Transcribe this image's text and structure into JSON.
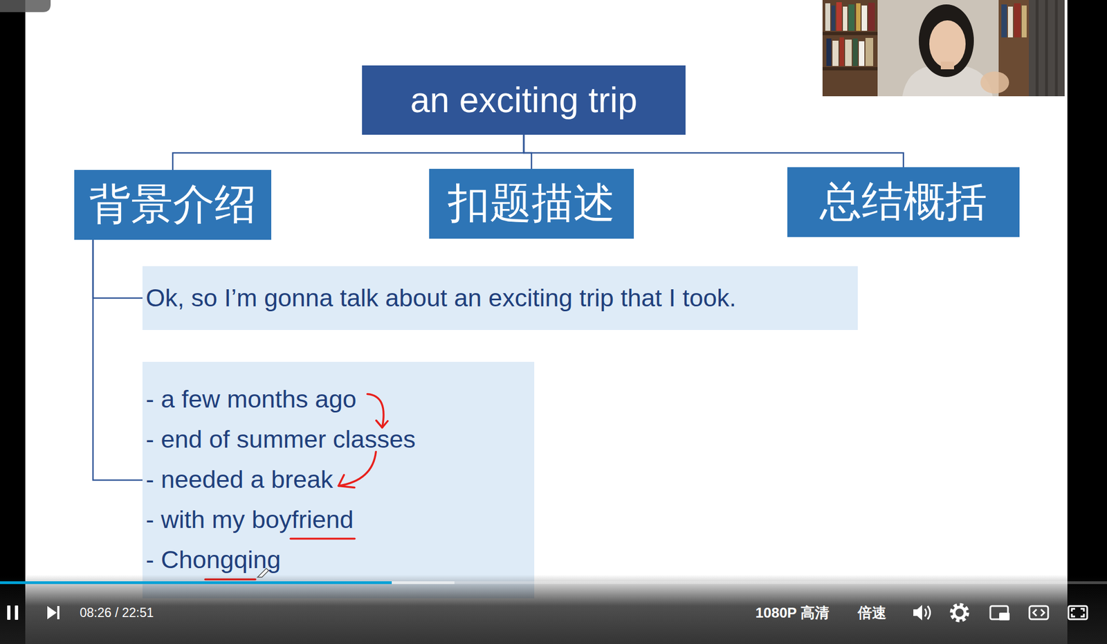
{
  "diagram": {
    "nodes": [
      {
        "text": [
          "an exciting trip"
        ]
      },
      {
        "text": [
          "背景介绍"
        ]
      },
      {
        "text": [
          "扣题描述"
        ]
      },
      {
        "text": [
          "总结概括"
        ]
      },
      {
        "text": [
          "Ok, so I’m gonna talk about an exciting trip that I took."
        ]
      },
      {
        "text": [
          "- a few months ago",
          "- end of summer classes",
          "- needed a break",
          "- with my boyfriend",
          "- Chongqing"
        ]
      }
    ],
    "edges": [
      {
        "from": 0,
        "to": 1,
        "arrow": "none"
      },
      {
        "from": 0,
        "to": 2,
        "arrow": "none"
      },
      {
        "from": 0,
        "to": 3,
        "arrow": "none"
      },
      {
        "from": 1,
        "to": 4,
        "arrow": "none"
      },
      {
        "from": 1,
        "to": 5,
        "arrow": "none"
      }
    ],
    "labels": [
      "08:26 / 22:51",
      "1080P 高清",
      "倍速"
    ]
  }
}
